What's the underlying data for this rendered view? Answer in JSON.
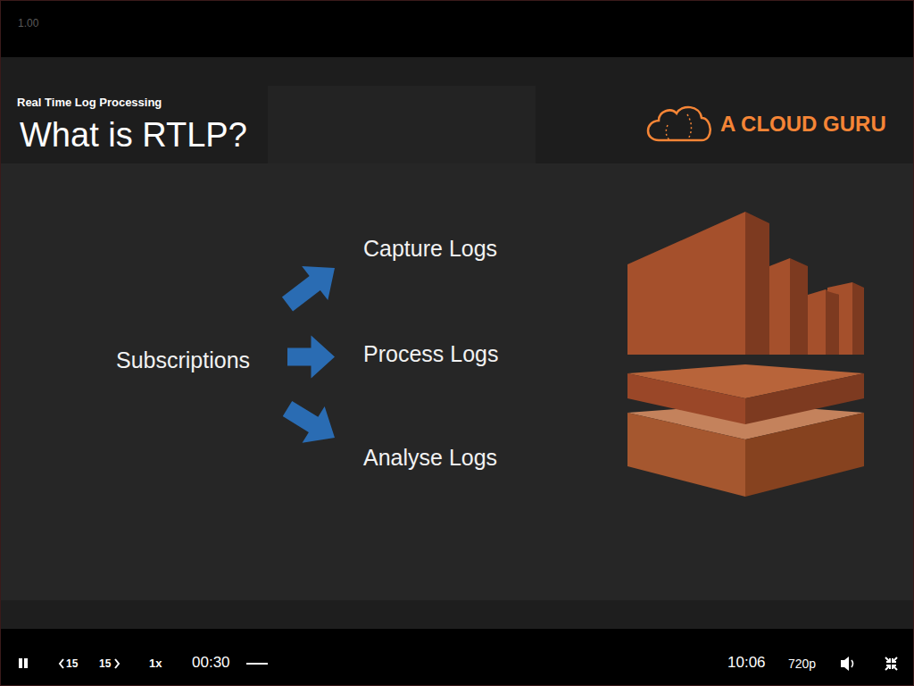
{
  "diagram": {
    "title": "What is RTLP?",
    "nodes": [
      {
        "text": [
          "Subscriptions"
        ]
      },
      {
        "text": [
          "Capture Logs"
        ]
      },
      {
        "text": [
          "Process Logs"
        ]
      },
      {
        "text": [
          "Analyse Logs"
        ]
      }
    ],
    "edges": [
      {
        "from": 0,
        "to": 1,
        "arrow": "to"
      },
      {
        "from": 0,
        "to": 2,
        "arrow": "to"
      },
      {
        "from": 0,
        "to": 3,
        "arrow": "to"
      }
    ],
    "labels": [
      "1.00",
      "Real Time Log Processing",
      "A CLOUD GURU",
      "15",
      "15",
      "1x",
      "00:30",
      "10:06",
      "720p"
    ]
  }
}
